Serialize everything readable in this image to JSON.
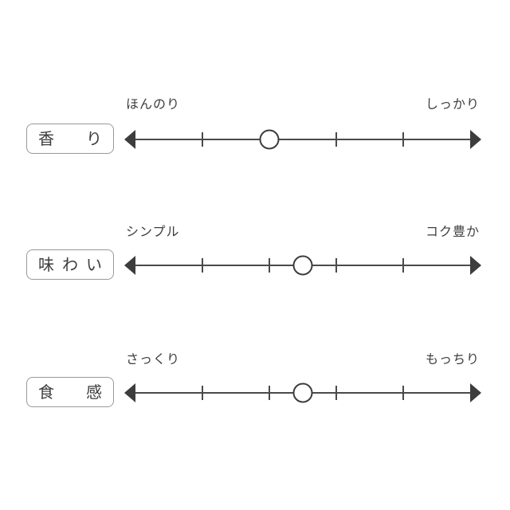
{
  "colors": {
    "ink": "#3d3d3d",
    "line": "#4a4a4a",
    "box_border": "#999999",
    "background": "#ffffff",
    "marker_fill": "#ffffff"
  },
  "chart_data": {
    "type": "scatter",
    "description": "Three horizontal 5-segment rating scales with double arrowheads; a hollow circle marker shows each attribute's level between the two endpoint descriptors.",
    "scale_min": 0,
    "scale_max": 5,
    "tick_levels": [
      1,
      2,
      3,
      4
    ],
    "legend_position": "none",
    "grid": false,
    "rows": [
      {
        "id": "aroma",
        "label": "香り",
        "left_label": "ほんのり",
        "right_label": "しっかり",
        "value": 2
      },
      {
        "id": "flavor",
        "label": "味わい",
        "left_label": "シンプル",
        "right_label": "コク豊か",
        "value": 2.5
      },
      {
        "id": "texture",
        "label": "食感",
        "left_label": "さっくり",
        "right_label": "もっちり",
        "value": 2.5
      }
    ]
  }
}
